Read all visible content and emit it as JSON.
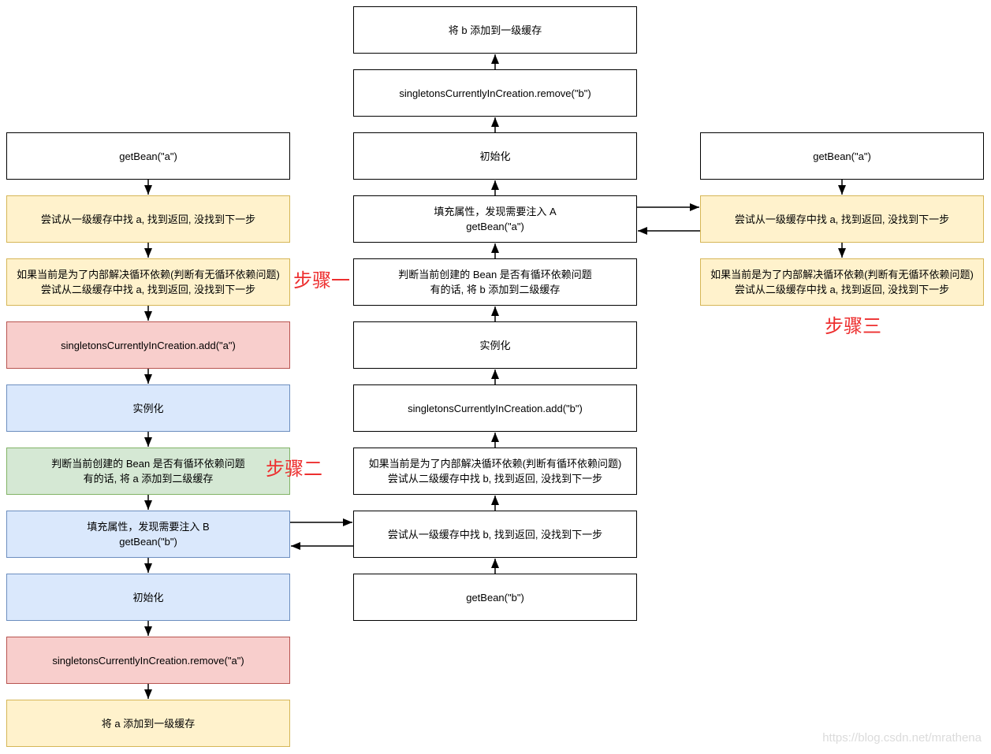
{
  "labels": {
    "step1": "步骤一",
    "step2": "步骤二",
    "step3": "步骤三"
  },
  "watermark": "https://blog.csdn.net/mrathena",
  "palette": {
    "yellow_fill": "#FFF2CC",
    "yellow_border": "#D6B656",
    "red_fill": "#F8CECC",
    "red_border": "#B85450",
    "blue_fill": "#DAE8FC",
    "blue_border": "#6C8EBF",
    "green_fill": "#D5E8D4",
    "green_border": "#82B366",
    "white_fill": "#FFFFFF",
    "white_border": "#000000",
    "step_label_color": "#ED2F2F",
    "watermark_color": "#DBDBDB",
    "arrow_color": "#000000"
  },
  "nodes": {
    "l1": {
      "line1": "getBean(\"a\")"
    },
    "l2": {
      "line1": "尝试从一级缓存中找 a, 找到返回, 没找到下一步"
    },
    "l3": {
      "line1": "如果当前是为了内部解决循环依赖(判断有无循环依赖问题)",
      "line2": "尝试从二级缓存中找 a, 找到返回, 没找到下一步"
    },
    "l4": {
      "line1": "singletonsCurrentlyInCreation.add(\"a\")"
    },
    "l5": {
      "line1": "实例化"
    },
    "l6": {
      "line1": "判断当前创建的 Bean 是否有循环依赖问题",
      "line2": "有的话, 将 a 添加到二级缓存"
    },
    "l7": {
      "line1": "填充属性，发现需要注入 B",
      "line2": "getBean(\"b\")"
    },
    "l8": {
      "line1": "初始化"
    },
    "l9": {
      "line1": "singletonsCurrentlyInCreation.remove(\"a\")"
    },
    "l10": {
      "line1": "将 a 添加到一级缓存"
    },
    "m1": {
      "line1": "将 b 添加到一级缓存"
    },
    "m2": {
      "line1": "singletonsCurrentlyInCreation.remove(\"b\")"
    },
    "m3": {
      "line1": "初始化"
    },
    "m4": {
      "line1": "填充属性，发现需要注入 A",
      "line2": "getBean(\"a\")"
    },
    "m5": {
      "line1": "判断当前创建的 Bean 是否有循环依赖问题",
      "line2": "有的话, 将 b 添加到二级缓存"
    },
    "m6": {
      "line1": "实例化"
    },
    "m7": {
      "line1": "singletonsCurrentlyInCreation.add(\"b\")"
    },
    "m8": {
      "line1": "如果当前是为了内部解决循环依赖(判断有循环依赖问题)",
      "line2": "尝试从二级缓存中找 b, 找到返回, 没找到下一步"
    },
    "m9": {
      "line1": "尝试从一级缓存中找 b, 找到返回, 没找到下一步"
    },
    "m10": {
      "line1": "getBean(\"b\")"
    },
    "r1": {
      "line1": "getBean(\"a\")"
    },
    "r2": {
      "line1": "尝试从一级缓存中找 a, 找到返回, 没找到下一步"
    },
    "r3": {
      "line1": "如果当前是为了内部解决循环依赖(判断有无循环依赖问题)",
      "line2": "尝试从二级缓存中找 a, 找到返回, 没找到下一步"
    }
  }
}
